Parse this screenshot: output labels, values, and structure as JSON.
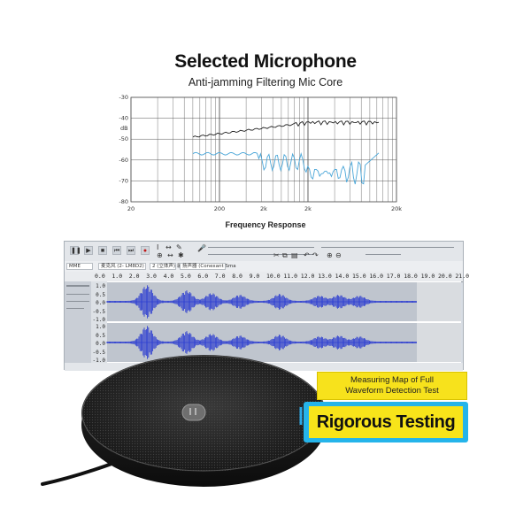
{
  "header": {
    "title": "Selected Microphone",
    "subtitle": "Anti-jamming Filtering Mic Core"
  },
  "response_chart": {
    "y_unit": "dB",
    "y_ticks": [
      "-30",
      "-40",
      "-50",
      "-60",
      "-70",
      "-80"
    ],
    "x_ticks": [
      "20",
      "200",
      "2k",
      "2k",
      "20k"
    ],
    "x_label": "Frequency Response",
    "colors": {
      "upper_curve": "#222222",
      "lower_curve": "#4aa6d8",
      "grid": "#555555"
    }
  },
  "audio_editor": {
    "device_fields": [
      "MME",
      "麦克风 (2- LM8D2)",
      "2 (立体声) 录",
      "扬声器 (Conexant Sma"
    ],
    "ruler_labels": [
      "0.0",
      "1.0",
      "2.0",
      "3.0",
      "4.0",
      "5.0",
      "6.0",
      "7.0",
      "8.0",
      "9.0",
      "10.0",
      "11.0",
      "12.0",
      "13.0",
      "14.0",
      "15.0",
      "16.0",
      "17.0",
      "18.0",
      "19.0",
      "20.0",
      "21.0"
    ],
    "scale_labels": [
      "1.0",
      "0.5",
      "0.0",
      "-0.5",
      "-1.0",
      "1.0",
      "0.5",
      "0.0",
      "-0.5",
      "-1.0"
    ],
    "waveform_color": "#2f3fd0",
    "track_bg": "#bfc5ce"
  },
  "callouts": {
    "measuring_line1": "Measuring Map of Full",
    "measuring_line2": "Waveform Detection Test",
    "rigorous": "Rigorous Testing"
  }
}
